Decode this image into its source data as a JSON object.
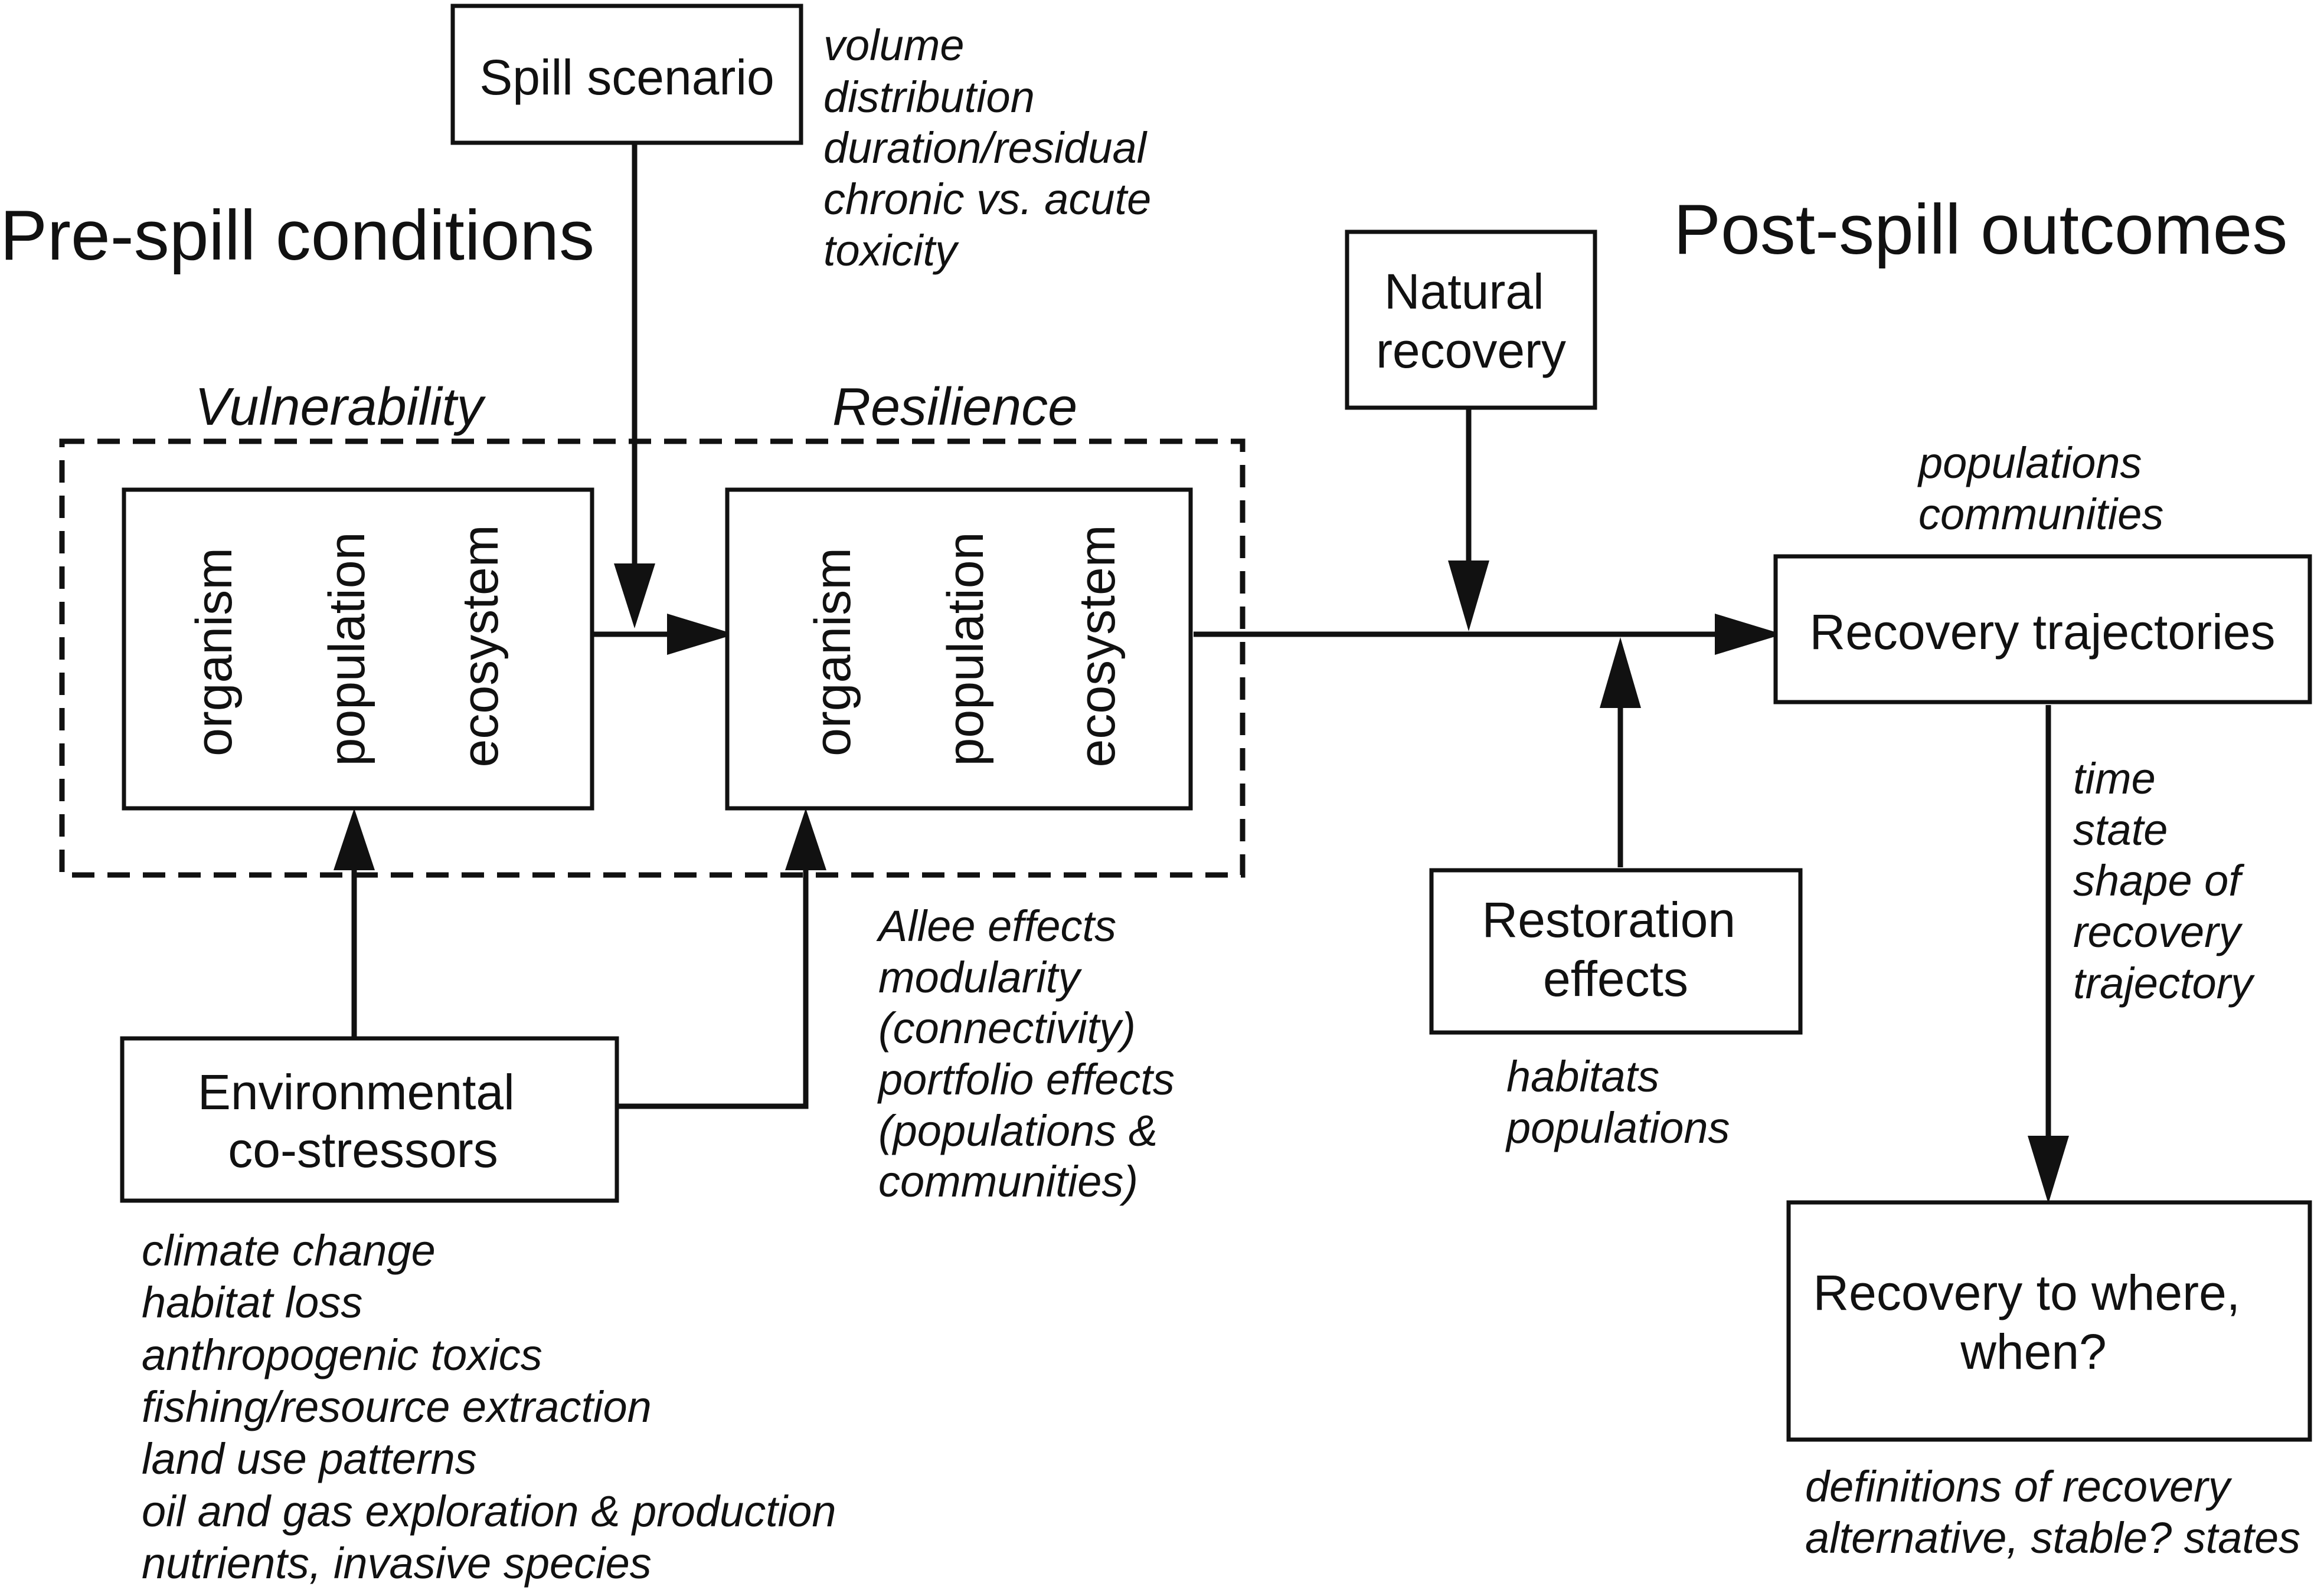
{
  "titles": {
    "pre_spill": "Pre-spill conditions",
    "post_spill": "Post-spill outcomes",
    "vulnerability": "Vulnerability",
    "resilience": "Resilience"
  },
  "nodes": {
    "spill_scenario": "Spill scenario",
    "natural_recovery": [
      "Natural",
      "recovery"
    ],
    "recovery_trajectories": "Recovery trajectories",
    "restoration_effects": [
      "Restoration",
      "effects"
    ],
    "environmental_costressors": [
      "Environmental",
      "co-stressors"
    ],
    "recovery_to_where": [
      "Recovery to where,",
      "when?"
    ],
    "vulnerability_levels": [
      "organism",
      "population",
      "ecosystem"
    ],
    "resilience_levels": [
      "organism",
      "population",
      "ecosystem"
    ]
  },
  "annotations": {
    "spill_factors": [
      "volume",
      "distribution",
      "duration/residual",
      "chronic vs. acute",
      "toxicity"
    ],
    "trajectory_scope": [
      "populations",
      "communities"
    ],
    "trajectory_attributes": [
      "time",
      "state",
      "shape of",
      "recovery",
      "trajectory"
    ],
    "resilience_factors": [
      "Allee effects",
      "modularity",
      "(connectivity)",
      "portfolio effects",
      "(populations &",
      "communities)"
    ],
    "restoration_targets": [
      "habitats",
      "populations"
    ],
    "costressors": [
      "climate change",
      "habitat loss",
      "anthropogenic toxics",
      "fishing/resource extraction",
      "land use patterns",
      "oil and gas exploration & production",
      "nutrients, invasive species"
    ],
    "recovery_definitions": [
      "definitions of recovery",
      "alternative, stable? states"
    ]
  }
}
